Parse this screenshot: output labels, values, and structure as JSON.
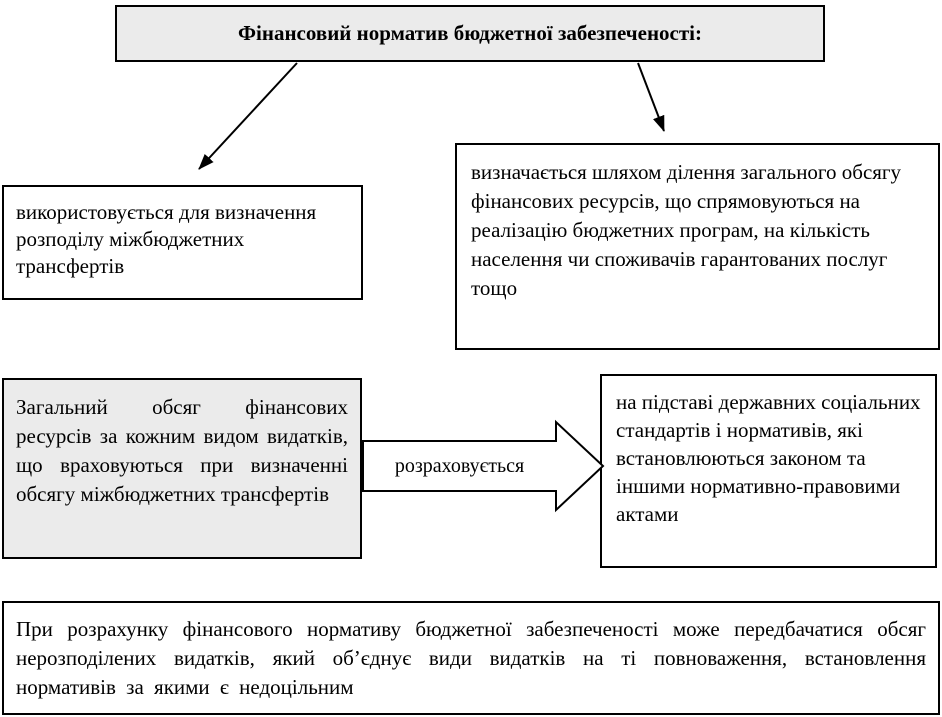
{
  "colors": {
    "box_fill_gray": "#ebebeb",
    "box_fill_white": "#ffffff",
    "line": "#000000"
  },
  "diagram": {
    "title": "Фінансовий норматив бюджетної забезпеченості:",
    "usage": "використовується для визначення розподілу міжбюджетних трансфертів",
    "definition": "визначається шляхом ділення загального обсягу фінансових ресурсів, що спрямовуються на реалізацію бюджетних програм, на кількість населення чи споживачів гарантованих послуг тощо",
    "total_volume": "Загальний обсяг фінансових ресурсів за кожним видом видатків, що враховуються при визначенні обсягу міжбюджетних трансфертів",
    "calc_arrow_label": "розраховується",
    "basis": "на підставі державних соціальних стандартів і нормативів, які встановлюються законом та іншими нормативно-правовими актами",
    "note": "При розрахунку фінансового нормативу бюджетної забезпеченості може передбачатися обсяг нерозподілених видатків, який об’єднує види видатків на ті повноваження, встановлення нормативів за якими є недоцільним"
  }
}
